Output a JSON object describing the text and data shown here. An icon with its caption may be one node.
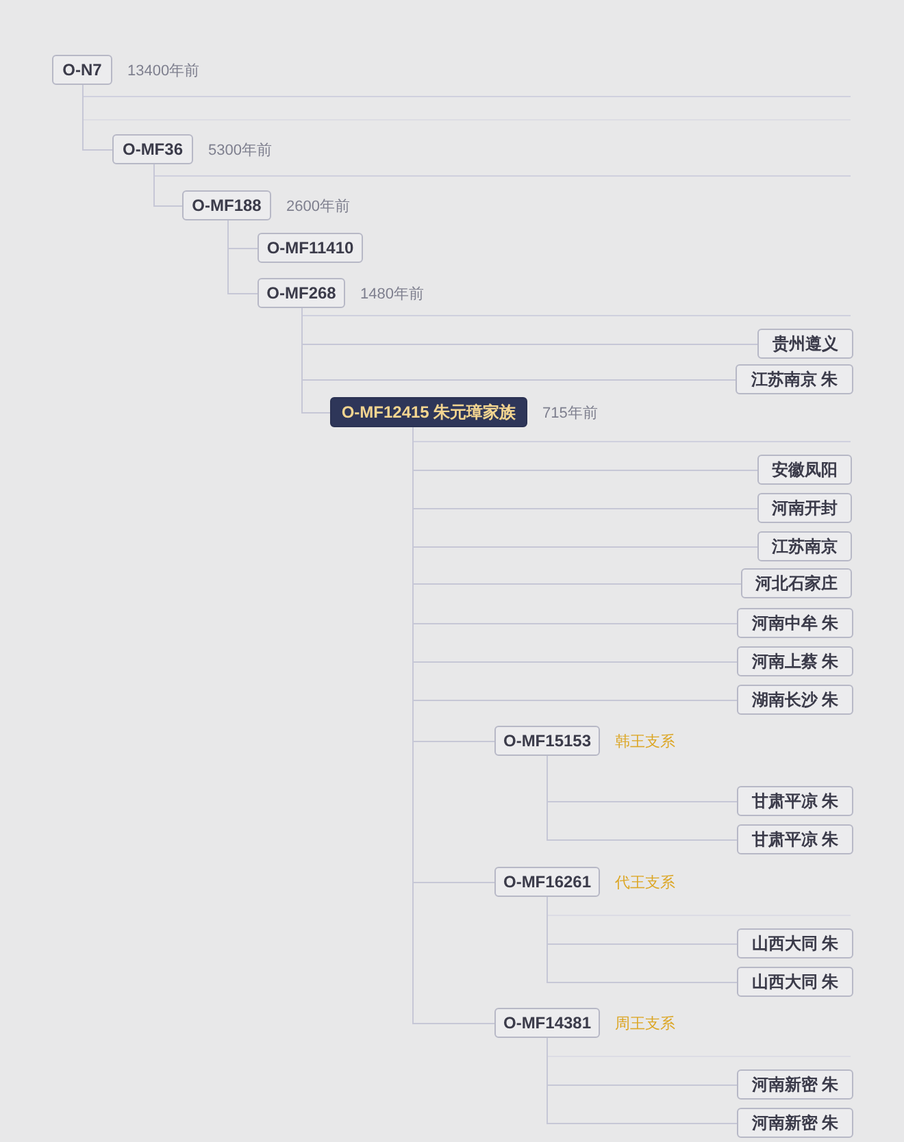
{
  "diagram": {
    "nodes": [
      {
        "text": [
          "O-N7"
        ],
        "beside": [
          "13400年前"
        ]
      },
      {
        "text": [
          "O-MF36"
        ],
        "beside": [
          "5300年前"
        ]
      },
      {
        "text": [
          "O-MF188"
        ],
        "beside": [
          "2600年前"
        ]
      },
      {
        "text": [
          "O-MF11410"
        ]
      },
      {
        "text": [
          "O-MF268"
        ],
        "beside": [
          "1480年前"
        ]
      },
      {
        "text": [
          "贵州遵义"
        ]
      },
      {
        "text": [
          "江苏南京 朱"
        ]
      },
      {
        "text": [
          "O-MF12415 朱元璋家族"
        ],
        "beside": [
          "715年前"
        ]
      },
      {
        "text": [
          "安徽凤阳"
        ]
      },
      {
        "text": [
          "河南开封"
        ]
      },
      {
        "text": [
          "江苏南京"
        ]
      },
      {
        "text": [
          "河北石家庄"
        ]
      },
      {
        "text": [
          "河南中牟 朱"
        ]
      },
      {
        "text": [
          "河南上蔡 朱"
        ]
      },
      {
        "text": [
          "湖南长沙 朱"
        ]
      },
      {
        "text": [
          "O-MF15153"
        ],
        "beside": [
          "韩王支系"
        ]
      },
      {
        "text": [
          "甘肃平凉 朱"
        ]
      },
      {
        "text": [
          "甘肃平凉 朱"
        ]
      },
      {
        "text": [
          "O-MF16261"
        ],
        "beside": [
          "代王支系"
        ]
      },
      {
        "text": [
          "山西大同 朱"
        ]
      },
      {
        "text": [
          "山西大同 朱"
        ]
      },
      {
        "text": [
          "O-MF14381"
        ],
        "beside": [
          "周王支系"
        ]
      },
      {
        "text": [
          "河南新密 朱"
        ]
      },
      {
        "text": [
          "河南新密 朱"
        ]
      }
    ],
    "edges": [
      {
        "from": 0,
        "to": 1,
        "arrow": "none"
      },
      {
        "from": 1,
        "to": 2,
        "arrow": "none"
      },
      {
        "from": 2,
        "to": 3,
        "arrow": "none"
      },
      {
        "from": 2,
        "to": 4,
        "arrow": "none"
      },
      {
        "from": 4,
        "to": 5,
        "arrow": "none"
      },
      {
        "from": 4,
        "to": 6,
        "arrow": "none"
      },
      {
        "from": 4,
        "to": 7,
        "arrow": "none"
      },
      {
        "from": 7,
        "to": 8,
        "arrow": "none"
      },
      {
        "from": 7,
        "to": 9,
        "arrow": "none"
      },
      {
        "from": 7,
        "to": 10,
        "arrow": "none"
      },
      {
        "from": 7,
        "to": 11,
        "arrow": "none"
      },
      {
        "from": 7,
        "to": 12,
        "arrow": "none"
      },
      {
        "from": 7,
        "to": 13,
        "arrow": "none"
      },
      {
        "from": 7,
        "to": 14,
        "arrow": "none"
      },
      {
        "from": 7,
        "to": 15,
        "arrow": "none"
      },
      {
        "from": 7,
        "to": 18,
        "arrow": "none"
      },
      {
        "from": 7,
        "to": 21,
        "arrow": "none"
      },
      {
        "from": 15,
        "to": 16,
        "arrow": "none"
      },
      {
        "from": 15,
        "to": 17,
        "arrow": "none"
      },
      {
        "from": 18,
        "to": 19,
        "arrow": "none"
      },
      {
        "from": 18,
        "to": 20,
        "arrow": "none"
      },
      {
        "from": 21,
        "to": 22,
        "arrow": "none"
      },
      {
        "from": 21,
        "to": 23,
        "arrow": "none"
      }
    ]
  }
}
